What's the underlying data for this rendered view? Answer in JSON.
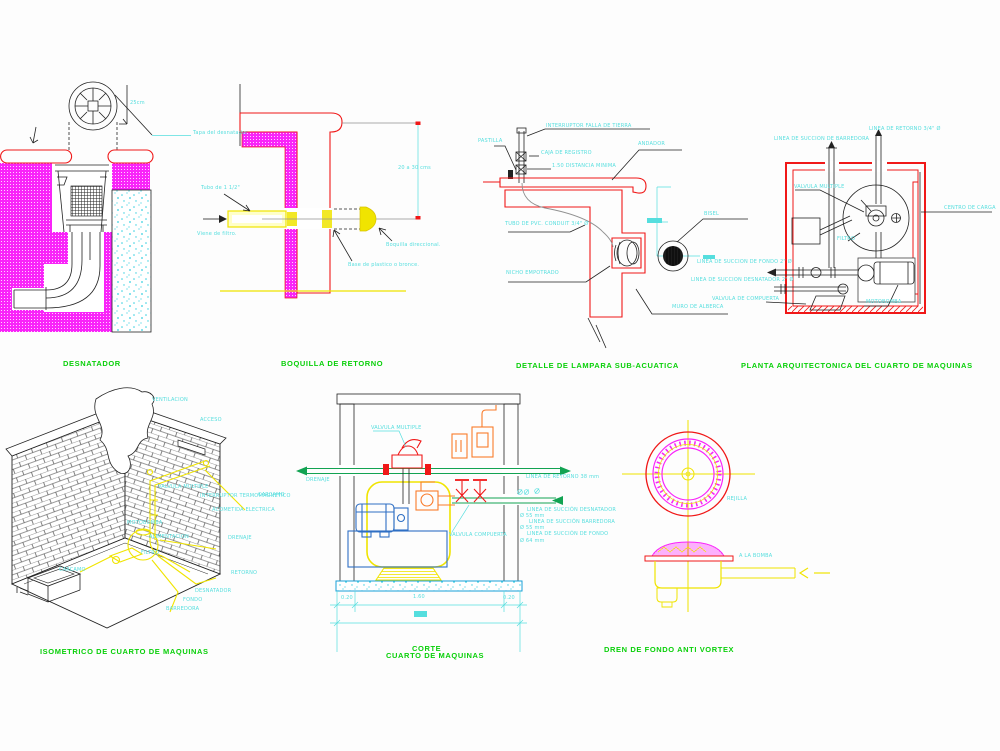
{
  "colors": {
    "background": "#fdfdfd",
    "magenta": "#f924f9",
    "red": "#f01818",
    "yellow": "#f0e400",
    "pale_yellow": "#ffffc8",
    "cyan_speck": "#35cfe0",
    "cyan_label": "#55dede",
    "green_title": "#0ad00a",
    "green_pipe": "#12a352",
    "orange": "#f97b2a",
    "blue": "#2f6fc4",
    "line_black": "#222222",
    "gray": "#909090"
  },
  "sections": {
    "desnatador": {
      "title": "DESNATADOR",
      "labels": {
        "dim25": "25cm",
        "tapa": "Tapa del desnatador"
      }
    },
    "boquilla": {
      "title": "BOQUILLA DE RETORNO",
      "labels": {
        "tubo": "Tubo de 1 1/2\"",
        "viene": "Viene de filtro.",
        "boquilla": "Boquilla direccional.",
        "base": "Base de plastico o bronce.",
        "dim": "20 a 30 cms"
      }
    },
    "lampara": {
      "title": "DETALLE DE LAMPARA SUB-ACUATICA",
      "labels": {
        "interruptor": "INTERRUPTOR FALLA DE TIERRA",
        "pastilla": "PASTILLA",
        "caja": "CAJA DE REGISTRO",
        "distancia": "1.50 DISTANCIA MINIMA",
        "andador": "ANDADOR",
        "tubo_pvc": "TUBO DE PVC. CONDUIT 3/4\" Ø",
        "nicho": "NICHO EMPOTRADO",
        "bisel": "BISEL",
        "muro": "MURO DE ALBERCA"
      }
    },
    "planta": {
      "title": "PLANTA ARQUITECTONICA DEL CUARTO DE MAQUINAS",
      "labels": {
        "retorno": "LINEA DE RETORNO 3/4\" Ø",
        "succion_barredora": "LINEA DE SUCCION DE BARREDORA",
        "valvula_multiple": "VALVULA MULTIPLE",
        "centro": "CENTRO DE CARGA",
        "filtro": "FILTRO",
        "fondo": "LINEA DE SUCCION DE FONDO 2\" Ø",
        "desnatador": "LINEA DE SUCCION DESNATADOR 2\" Ø",
        "compuerta": "VALVULA DE COMPUERTA",
        "motobomba": "MOTOBOMBA"
      }
    },
    "isometrico": {
      "title": "ISOMETRICO DE CUARTO DE MAQUINAS",
      "labels": {
        "ventilacion": "VENTILACION",
        "acceso": "ACCESO",
        "valvula": "VALVULA MULTIPLE",
        "interruptor": "INTERRUPTOR TERMOMAGNETICO",
        "acometida": "ACOMETIDA ELECTRICA",
        "motobomba": "MOTOBOMBA",
        "alimentacion": "ALIMENTACION",
        "drenaje": "DRENAJE",
        "filtro": "FILTRO",
        "carcamo": "CARCAMO",
        "retorno": "RETORNO",
        "desnatador": "DESNATADOR",
        "fondo": "FONDO",
        "barredora": "BARREDORA"
      }
    },
    "corte": {
      "title_line1": "CORTE",
      "title_line2": "CUARTO DE MAQUINAS",
      "labels": {
        "valvula_multiple": "VALVULA MULTIPLE",
        "drenaje": "DRENAJE",
        "carcamo": "CARCAMO",
        "retorno": "LINEA DE RETORNO  38 mm",
        "succion_desnatador": "LINEA DE SUCCIÓN DESNATADOR",
        "succion_desnatador_dia": "Ø 55 mm",
        "succion_barredora": "LINEA DE SUCCIÓN BARREDORA",
        "succion_barredora_dia": "Ø 55 mm",
        "succion_fondo": "LINEA DE SUCCIÓN DE FONDO",
        "succion_fondo_dia": "Ø 64 mm",
        "valvula_compuerta": "VALVULA COMPUERTA",
        "dim_left": "0.20",
        "dim_mid": "1.60",
        "dim_right": "0.20"
      }
    },
    "dren": {
      "title": "DREN DE FONDO ANTI VORTEX",
      "labels": {
        "rejilla": "REJILLA",
        "bomba": "A LA BOMBA"
      }
    }
  }
}
